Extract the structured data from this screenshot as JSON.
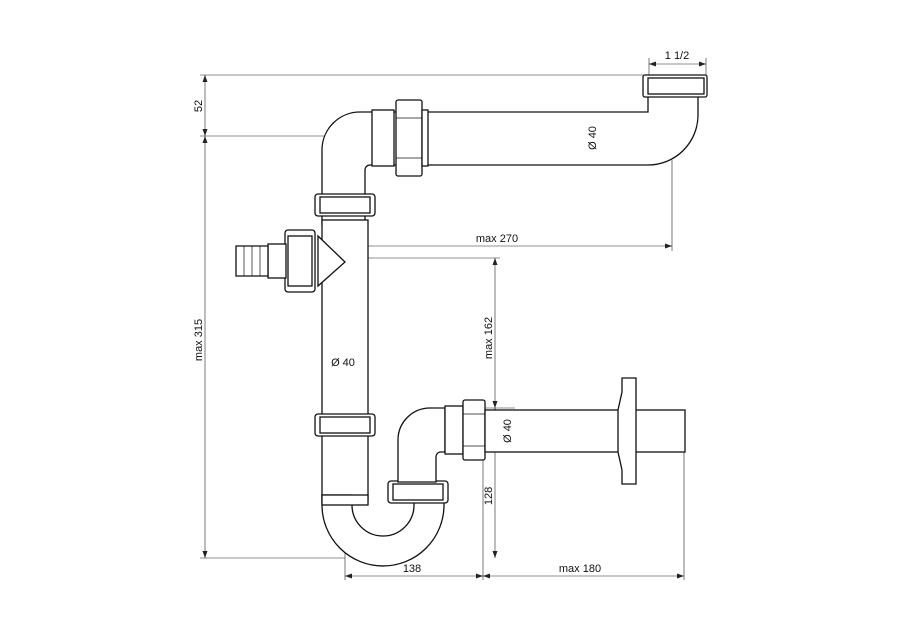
{
  "dimensions": {
    "height_top": "52",
    "inlet_thread": "1 1/2",
    "pipe_dia_top": "Ø 40",
    "reach_horizontal": "max 270",
    "height_total": "max 315",
    "height_mid": "max 162",
    "pipe_dia_vertical": "Ø 40",
    "pipe_dia_outlet": "Ø 40",
    "height_trap": "128",
    "width_trap": "138",
    "outlet_length": "max 180"
  }
}
